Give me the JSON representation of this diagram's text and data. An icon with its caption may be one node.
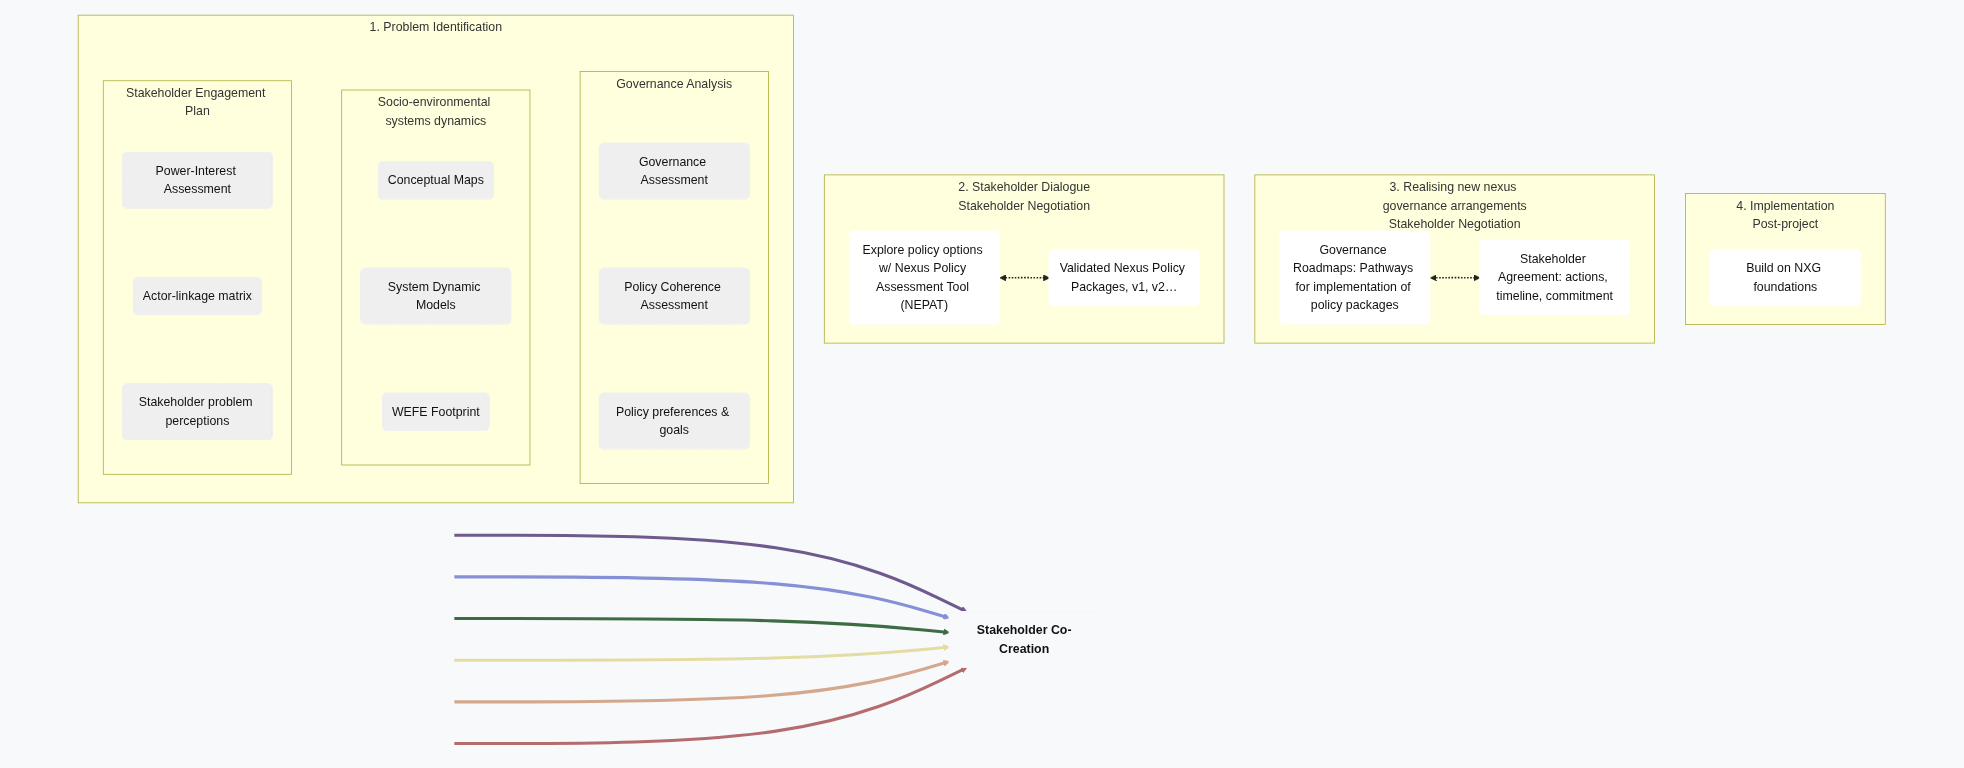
{
  "diagram": {
    "nodes": [
      {
        "text": [
          "1. Problem Identification"
        ]
      },
      {
        "text": [
          "Stakeholder Engagement Plan"
        ],
        "in": 0
      },
      {
        "text": [
          "Power-Interest Assessment"
        ],
        "in": 1
      },
      {
        "text": [
          "Actor-linkage matrix"
        ],
        "in": 1
      },
      {
        "text": [
          "Stakeholder problem perceptions"
        ],
        "in": 1
      },
      {
        "text": [
          "Socio-environmental systems dynamics"
        ],
        "in": 0
      },
      {
        "text": [
          "Conceptual Maps"
        ],
        "in": 5
      },
      {
        "text": [
          "System Dynamic Models"
        ],
        "in": 5
      },
      {
        "text": [
          "WEFE Footprint"
        ],
        "in": 5
      },
      {
        "text": [
          "Governance Analysis"
        ],
        "in": 0
      },
      {
        "text": [
          "Governance Assessment"
        ],
        "in": 9
      },
      {
        "text": [
          "Policy Coherence Assessment"
        ],
        "in": 9
      },
      {
        "text": [
          "Policy preferences & goals"
        ],
        "in": 9
      },
      {
        "text": [
          "2. Stakeholder Dialogue",
          "Stakeholder Negotiation"
        ]
      },
      {
        "text": [
          "Explore policy options w/ Nexus Policy Assessment Tool (NEPAT)"
        ],
        "in": 13
      },
      {
        "text": [
          "Validated Nexus Policy Packages, v1, v2…"
        ],
        "in": 13
      },
      {
        "text": [
          "3. Realising new nexus governance arrangements",
          "Stakeholder Negotiation"
        ]
      },
      {
        "text": [
          "Governance Roadmaps: Pathways for implementation of policy packages"
        ],
        "in": 16
      },
      {
        "text": [
          "Stakeholder Agreement: actions, timeline, commitment"
        ],
        "in": 16
      },
      {
        "text": [
          "4. Implementation",
          "Post-project"
        ]
      },
      {
        "text": [
          "Build on NXG foundations"
        ],
        "in": 19
      },
      {
        "text": [
          "Stakeholder Co-Creation"
        ]
      }
    ],
    "edges": [
      {
        "from": 14,
        "to": 15,
        "arrow": "both",
        "style": "dashed"
      },
      {
        "from": 17,
        "to": 18,
        "arrow": "both",
        "style": "dashed"
      },
      {
        "from": null,
        "to": 21,
        "arrow": "to",
        "color": "#6e5a8c"
      },
      {
        "from": null,
        "to": 21,
        "arrow": "to",
        "color": "#8590d6"
      },
      {
        "from": null,
        "to": 21,
        "arrow": "to",
        "color": "#3d6b44"
      },
      {
        "from": null,
        "to": 21,
        "arrow": "to",
        "color": "#e3dca3"
      },
      {
        "from": null,
        "to": 21,
        "arrow": "to",
        "color": "#d4a88c"
      },
      {
        "from": null,
        "to": 21,
        "arrow": "to",
        "color": "#b56c6e"
      }
    ]
  }
}
